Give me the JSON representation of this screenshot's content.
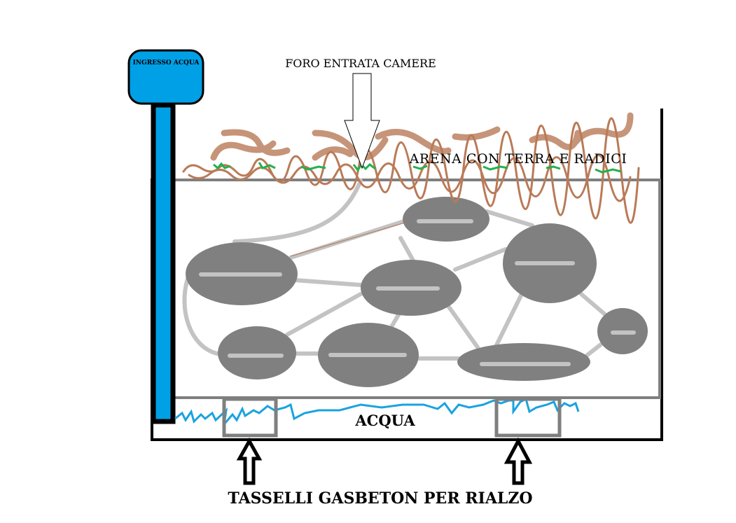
{
  "labels": {
    "water_inlet": "INGRESSO ACQUA",
    "entry_hole": "FORO ENTRATA CAMERE",
    "arena": "ARENA CON TERRA E RADICI",
    "water": "ACQUA",
    "blocks": "TASSELLI GASBETON PER RIALZO"
  },
  "colors": {
    "water_blue": "#00a0e6",
    "chamber_gray": "#808080",
    "tunnel_gray": "#c3c3c3",
    "soil_brown": "#b97a57",
    "root_green": "#22b14c",
    "frame_gray": "#7f7f7f"
  }
}
